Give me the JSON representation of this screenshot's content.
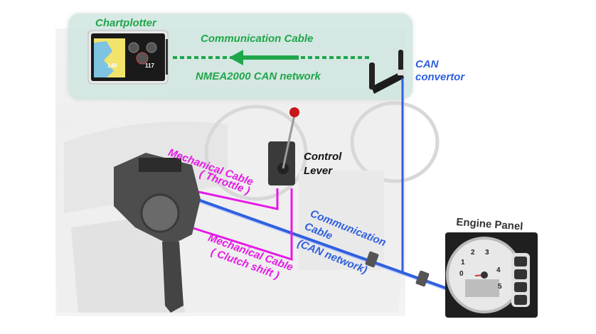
{
  "diagram": {
    "title": "Marine engine communication and control cabling",
    "labels": {
      "chartplotter": "Chartplotter",
      "communication_cable_top": "Communication Cable",
      "nmea_network": "NMEA2000 CAN network",
      "can_convertor_line1": "CAN",
      "can_convertor_line2": "convertor",
      "control_lever_line1": "Control",
      "control_lever_line2": "Lever",
      "mech_throttle_line1": "Mechanical Cable",
      "mech_throttle_line2": "( Throttle )",
      "mech_clutch_line1": "Mechanical Cable",
      "mech_clutch_line2": "( Clutch shift )",
      "comm_cable_line1": "Communication",
      "comm_cable_line2": "Cable",
      "comm_cable_line3": "(CAN network)",
      "engine_panel": "Engine Panel"
    },
    "chartplotter_screen": {
      "readout_left": "140",
      "readout_right": "117"
    },
    "engine_gauge": {
      "ticks": [
        "0",
        "1",
        "2",
        "3",
        "4",
        "5"
      ]
    },
    "colors": {
      "nmea_green": "#1fa64a",
      "can_blue": "#2f5fe0",
      "mechanical_magenta": "#e619e6",
      "panel_bg": "#cde4de"
    }
  }
}
